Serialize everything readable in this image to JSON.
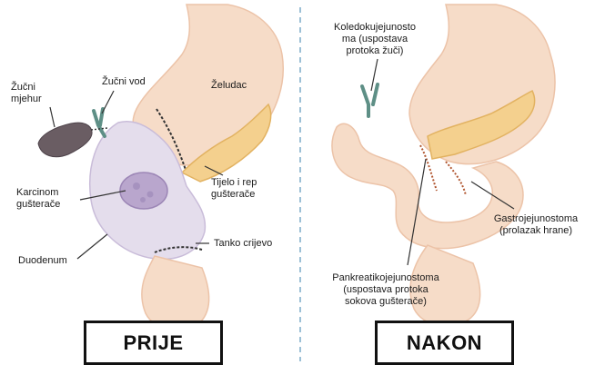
{
  "colors": {
    "tissue": "#f6dcc8",
    "tissue_shadow": "#ecc3a8",
    "pancreas": "#f4d08e",
    "pancreas_edge": "#e2b261",
    "gallbladder": "#6a5d63",
    "bile_duct": "#5e8f86",
    "duodenum_highlight": "#e4ddec",
    "tumor": "#b9a6cd",
    "divider": "#9cc0d6"
  },
  "before": {
    "panel_label": "PRIJE",
    "labels": {
      "gallbladder_line1": "Žučni",
      "gallbladder_line2": "mjehur",
      "bile_duct": "Žučni vod",
      "stomach": "Želudac",
      "tumor_line1": "Karcinom",
      "tumor_line2": "gušterače",
      "pancreas_body_line1": "Tijelo i rep",
      "pancreas_body_line2": "gušterače",
      "small_intestine": "Tanko crijevo",
      "duodenum": "Duodenum"
    }
  },
  "after": {
    "panel_label": "NAKON",
    "labels": {
      "choledocho_line1": "Koledokujejunosto",
      "choledocho_line2": "ma (uspostava",
      "choledocho_line3": "protoka žuči)",
      "pancreatico_line1": "Pankreatikojejunostoma",
      "pancreatico_line2": "(uspostava protoka",
      "pancreatico_line3": "sokova gušterače)",
      "gastro_line1": "Gastrojejunostoma",
      "gastro_line2": "(prolazak hrane)"
    }
  }
}
